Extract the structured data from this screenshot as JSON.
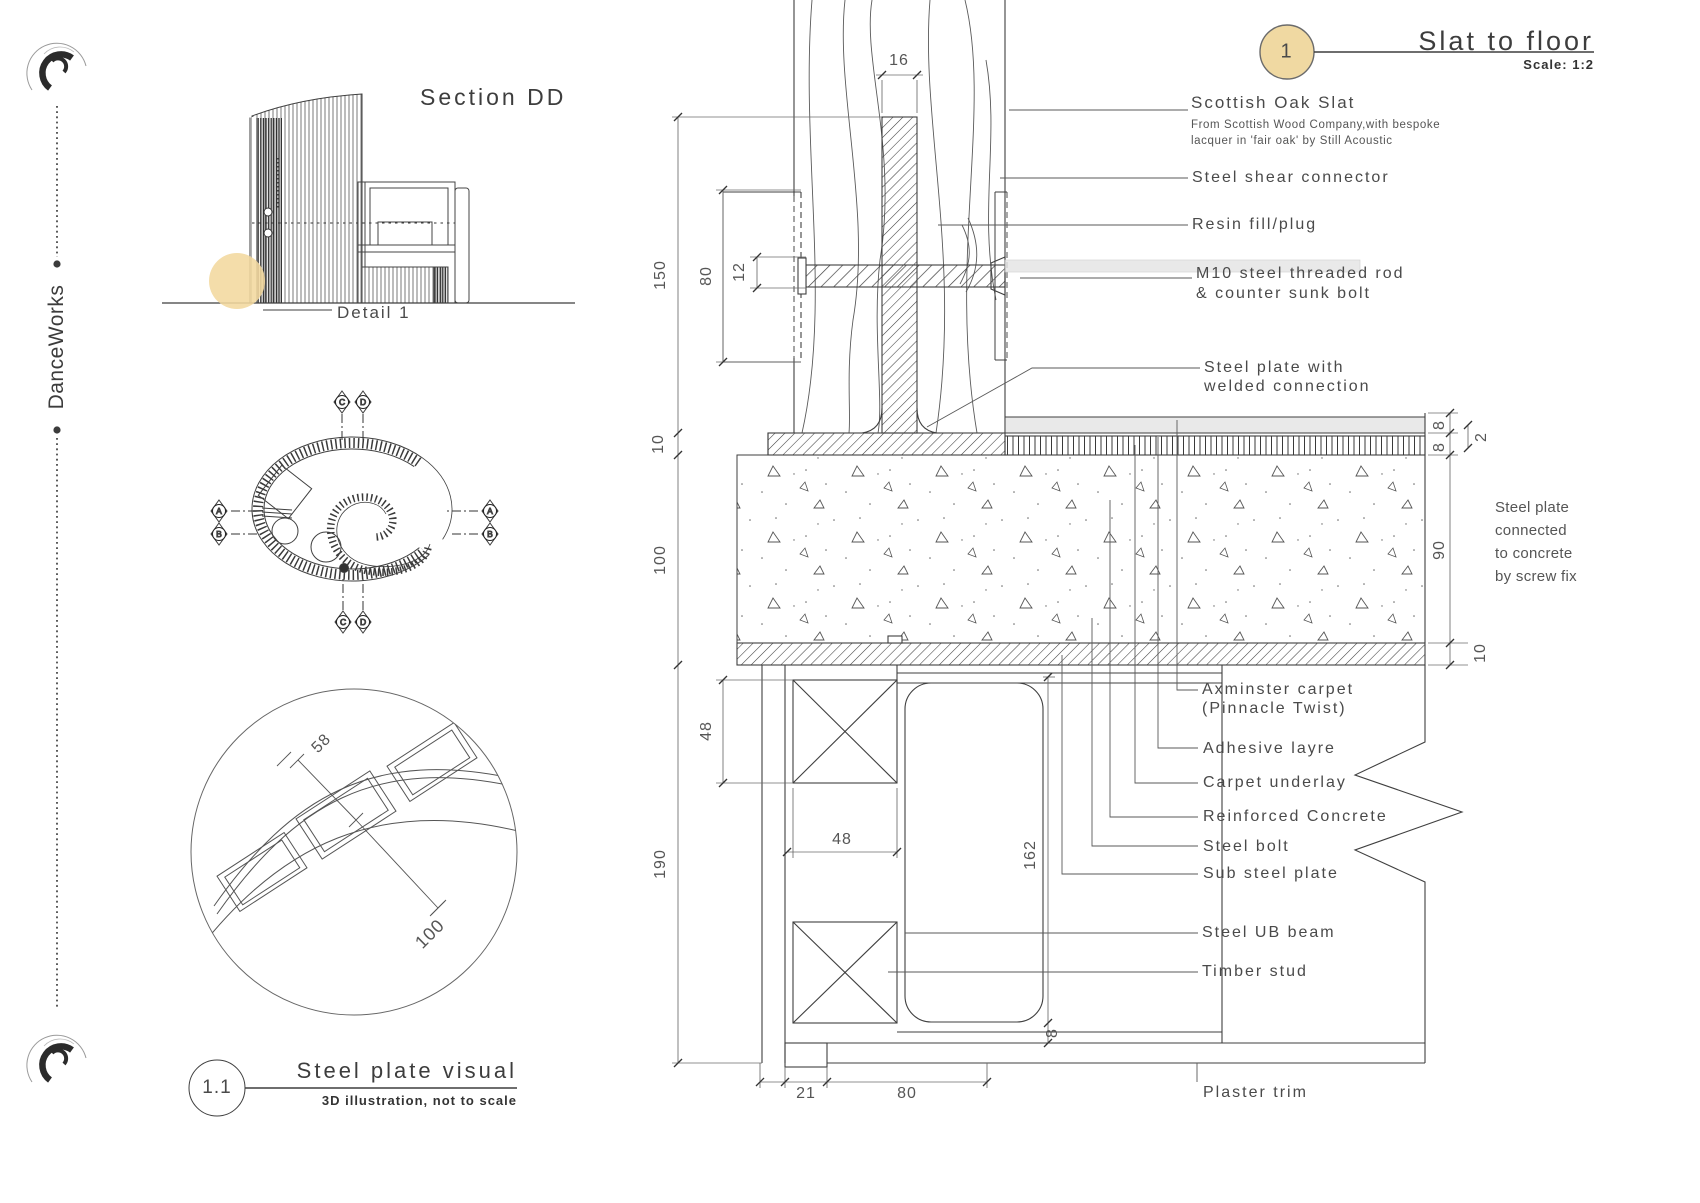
{
  "sidebar": {
    "brand": "DanceWorks"
  },
  "title_block": {
    "number": "1",
    "title": "Slat to floor",
    "scale_label": "Scale:  1:2"
  },
  "section_dd": {
    "title": "Section DD",
    "detail_label": "Detail  1"
  },
  "plan": {
    "markers": {
      "la": "A",
      "lb": "B",
      "ra": "A",
      "rb": "B",
      "tc": "C",
      "td": "D",
      "bc": "C",
      "bd": "D"
    }
  },
  "steel_plate_visual": {
    "number": "1.1",
    "title": "Steel plate visual",
    "subtitle": "3D illustration, not to scale",
    "dim_58": "58",
    "dim_100": "100"
  },
  "detail": {
    "annotations": {
      "oak_slat": "Scottish Oak Slat",
      "oak_slat_sub1": "From Scottish Wood Company,with bespoke",
      "oak_slat_sub2": "lacquer in 'fair oak' by Still Acoustic",
      "shear": "Steel shear connector",
      "resin": "Resin fill/plug",
      "rod1": "M10 steel threaded rod",
      "rod2": "& counter sunk bolt",
      "plate1": "Steel plate with",
      "plate2": "welded connection",
      "carpet1": "Axminster carpet",
      "carpet2": "(Pinnacle Twist)",
      "adhesive": "Adhesive layre",
      "underlay": "Carpet underlay",
      "concrete": "Reinforced Concrete",
      "bolt": "Steel bolt",
      "subplate": "Sub steel plate",
      "beam": "Steel UB  beam",
      "stud": "Timber stud",
      "trim": "Plaster trim"
    },
    "note": {
      "l1": "Steel plate",
      "l2": "connected",
      "l3": "to concrete",
      "l4": "by screw fix"
    },
    "dims": {
      "d16": "16",
      "d150": "150",
      "d80": "80",
      "d12": "12",
      "d10": "10",
      "d100": "100",
      "d190": "190",
      "d48v": "48",
      "d48h": "48",
      "d162": "162",
      "d8": "8",
      "d21": "21",
      "d80b": "80",
      "r8a": "8",
      "r8b": "8",
      "r2": "2",
      "r90": "90",
      "r10": "10"
    }
  },
  "colors": {
    "accent_tan": "#f0d9a2",
    "line": "#3f3f3f",
    "plate_gray": "#e9e9e9"
  }
}
